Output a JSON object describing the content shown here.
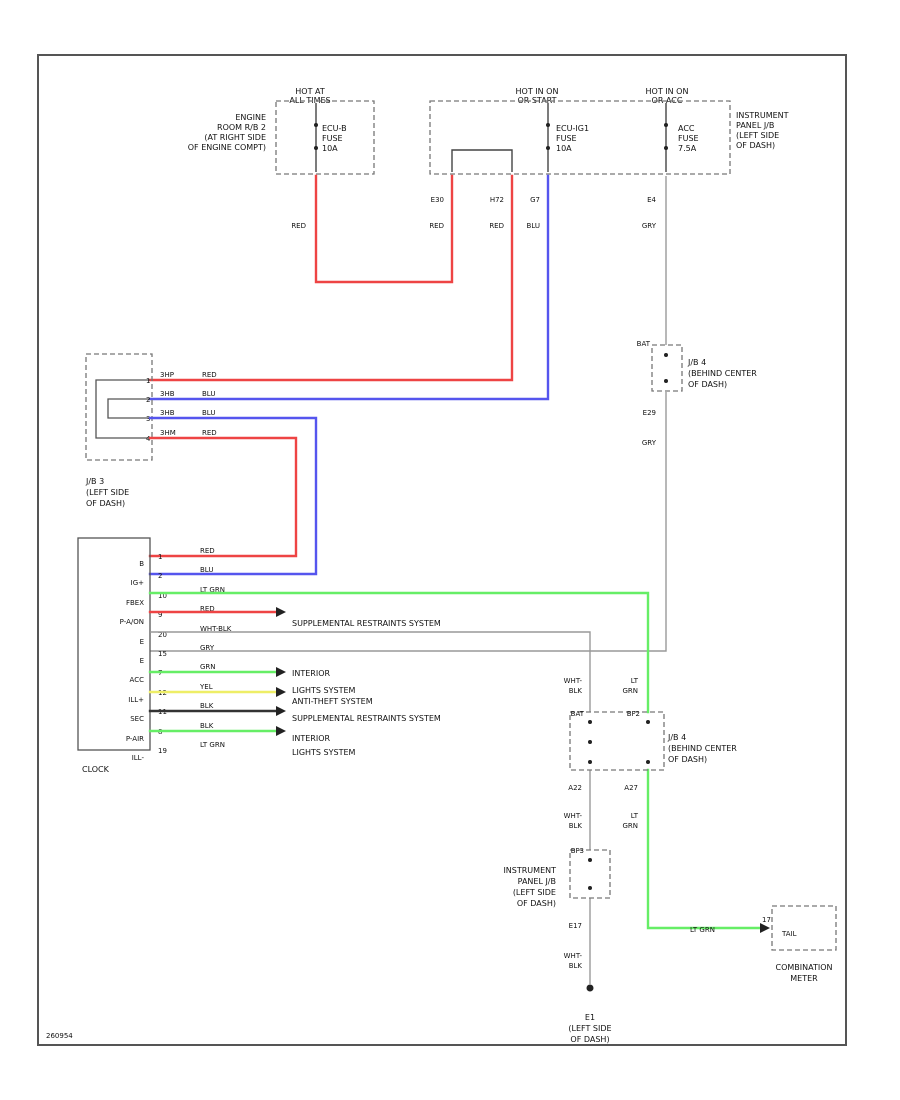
{
  "colors": {
    "red": "#ee4444",
    "blue": "#5555ee",
    "green": "#66ee66",
    "yellow": "#eeee66",
    "gray": "#999999",
    "black": "#222222"
  },
  "power": {
    "hot_at_all_times": [
      "HOT AT",
      "ALL TIMES"
    ],
    "hot_in_on_left": [
      "HOT IN ON",
      "OR START"
    ],
    "hot_in_on_right": [
      "HOT IN ON",
      "OR ACC"
    ]
  },
  "locations": {
    "engine_room": [
      "ENGINE",
      "ROOM R/B 2",
      "(AT RIGHT SIDE",
      "OF ENGINE COMPT)"
    ],
    "instrument_panel_jb": [
      "INSTRUMENT",
      "PANEL J/B",
      "(LEFT SIDE",
      "OF DASH)"
    ],
    "jb4_top": [
      "J/B 4",
      "(BEHIND CENTER",
      "OF DASH)"
    ],
    "jb3": [
      "J/B 3",
      "(LEFT SIDE",
      "OF DASH)"
    ],
    "jb4_bottom": [
      "J/B 4",
      "(BEHIND CENTER",
      "OF DASH)"
    ],
    "ip_jb_bottom": [
      "INSTRUMENT",
      "PANEL J/B",
      "(LEFT SIDE",
      "OF DASH)"
    ],
    "ground": [
      "E1",
      "(LEFT SIDE",
      "OF DASH)"
    ]
  },
  "fuses": {
    "ecu_b": [
      "ECU-B",
      "FUSE",
      "10A"
    ],
    "ecu_ig": [
      "ECU-IG1",
      "FUSE",
      "10A"
    ],
    "acc": [
      "ACC",
      "FUSE",
      "7.5A"
    ]
  },
  "connectors": {
    "e30": "E30",
    "h72": "H72",
    "g7": "G7",
    "e4": "E4",
    "e29": "E29",
    "bat": "BAT",
    "bf2": "BF2",
    "a22": "A22",
    "a27": "A27",
    "bf_ip": "BF3",
    "e17": "E17"
  },
  "wire_colors": {
    "red_a": "RED",
    "red_b": "RED",
    "red_c": "RED",
    "blu": "BLU",
    "gry_top": "GRY",
    "gry_mid": "GRY",
    "wht_blk_1": [
      "WHT-",
      "BLK"
    ],
    "wht_blk_2": [
      "WHT-",
      "BLK"
    ],
    "wht_blk_3": [
      "WHT-",
      "BLK"
    ],
    "lt_grn_1": [
      "LT",
      "GRN"
    ],
    "lt_grn_2": [
      "LT",
      "GRN"
    ],
    "lt_grn_meter": "LT GRN"
  },
  "jb3_rows": [
    {
      "pin": "1",
      "conn": "3HP",
      "color": "RED"
    },
    {
      "pin": "2",
      "conn": "3HB",
      "color": "BLU"
    },
    {
      "pin": "3",
      "conn": "3HB",
      "color": "BLU"
    },
    {
      "pin": "4",
      "conn": "3HM",
      "color": "RED"
    }
  ],
  "clock": {
    "title": "CLOCK",
    "pins": [
      {
        "name": "B",
        "num": "1",
        "color": "RED"
      },
      {
        "name": "IG+",
        "num": "2",
        "color": "BLU"
      },
      {
        "name": "FBEX",
        "num": "10",
        "color": "LT GRN"
      },
      {
        "name": "P-A/ON",
        "num": "9",
        "color": "RED"
      },
      {
        "name": "E",
        "num": "20",
        "color": "WHT-BLK"
      },
      {
        "name": "E",
        "num": "15",
        "color": "GRY"
      },
      {
        "name": "ACC",
        "num": "7",
        "color": "GRN"
      },
      {
        "name": "ILL+",
        "num": "12",
        "color": "YEL"
      },
      {
        "name": "SEC",
        "num": "11",
        "color": "BLK"
      },
      {
        "name": "P-AIR",
        "num": "8",
        "color": "BLK"
      },
      {
        "name": "ILL-",
        "num": "19",
        "color": "LT GRN"
      }
    ]
  },
  "destinations": {
    "srs_1": "SUPPLEMENTAL RESTRAINTS SYSTEM",
    "interior": [
      "INTERIOR",
      "LIGHTS SYSTEM"
    ],
    "theft": "ANTI-THEFT SYSTEM",
    "srs_2": "SUPPLEMENTAL RESTRAINTS SYSTEM",
    "interior_2": [
      "INTERIOR",
      "LIGHTS SYSTEM"
    ]
  },
  "meter": {
    "pin": "TAIL",
    "num": "17",
    "label": [
      "COMBINATION",
      "METER"
    ]
  },
  "footer_code": "260954"
}
